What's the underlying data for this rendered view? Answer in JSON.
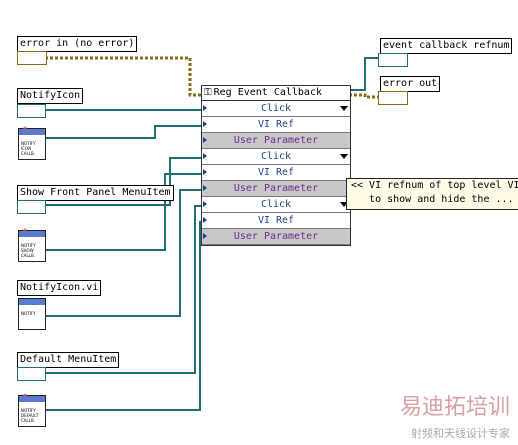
{
  "controls": {
    "error_in": "error in (no error)",
    "notify_icon": "NotifyIcon",
    "show_front_panel": "Show Front Panel MenuItem",
    "notifyicon_vi": "NotifyIcon.vi",
    "default_menuitem": "Default MenuItem"
  },
  "indicators": {
    "event_callback_refnum": "event callback refnum",
    "error_out": "error out"
  },
  "node": {
    "title": "Reg Event Callback",
    "rows": [
      "Click",
      "VI Ref",
      "User Parameter",
      "Click",
      "VI Ref",
      "User Parameter",
      "Click",
      "VI Ref",
      "User Parameter"
    ]
  },
  "icons": {
    "icon_callback": "NOTIFY ICON CALLB.",
    "show_callback": "NOTIFY SHOW CALLB.",
    "notifyicon_vi": "NOTIFY",
    "default_callback": "NOTIFY DEFAULT CALLB."
  },
  "tooltip": "<< VI refnum of top level VI\n   to show and hide the ...",
  "watermark": {
    "line1": "易迪拓培训",
    "line2": "射频和天线设计专家"
  }
}
